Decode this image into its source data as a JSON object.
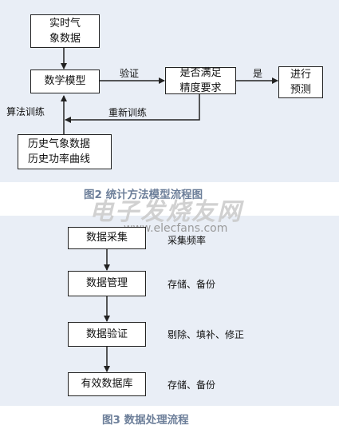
{
  "figure2": {
    "nodes": {
      "realtime": [
        "实时气",
        "象数据"
      ],
      "math_model": "数学模型",
      "check": [
        "是否满足",
        "精度要求"
      ],
      "predict": [
        "进行",
        "预测"
      ],
      "history": [
        "历史气象数据",
        "历史功率曲线"
      ]
    },
    "edges": {
      "verify": "验证",
      "yes": "是",
      "retrain": "重新训练",
      "algo_train": "算法训练"
    },
    "caption": "图2  统计方法模型流程图"
  },
  "watermark": {
    "text": "电子发烧友网",
    "url": "www.elecfans.com"
  },
  "figure3": {
    "steps": [
      {
        "label": "数据采集",
        "note": "采集频率"
      },
      {
        "label": "数据管理",
        "note": "存储、备份"
      },
      {
        "label": "数据验证",
        "note": "剔除、填补、修正"
      },
      {
        "label": "有效数据库",
        "note": "存储、备份"
      }
    ],
    "caption": "图3  数据处理流程"
  }
}
